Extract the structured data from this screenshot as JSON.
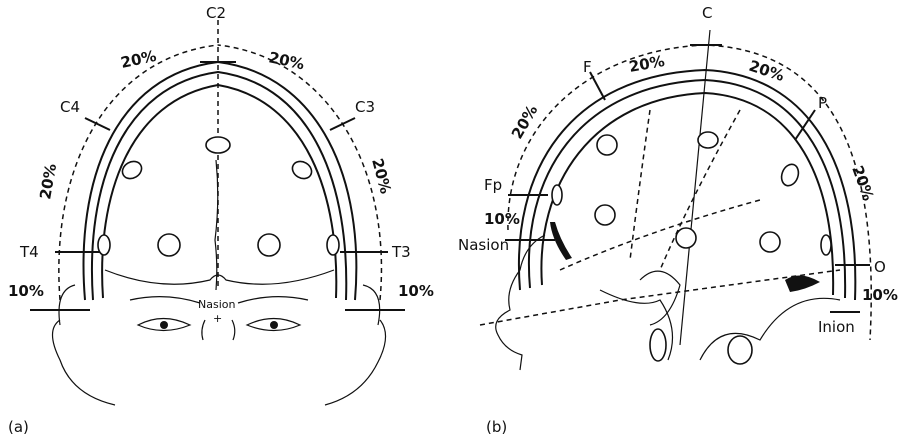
{
  "panel_a": {
    "electrodes": {
      "c2": "C2",
      "c4": "C4",
      "c3": "C3",
      "t4": "T4",
      "t3": "T3"
    },
    "percent_left": "20%",
    "percent_right": "20%",
    "percent_side_left": "20%",
    "percent_side_right": "20%",
    "percent_bottom_left": "10%",
    "percent_bottom_right": "10%",
    "nasion": "Nasion",
    "caption": "(a)"
  },
  "panel_b": {
    "electrodes": {
      "f": "F",
      "c": "C",
      "p": "P",
      "fp": "Fp",
      "o": "O"
    },
    "percent_1": "20%",
    "percent_2": "20%",
    "percent_3": "20%",
    "percent_4": "20%",
    "percent_front": "10%",
    "percent_back": "10%",
    "nasion": "Nasion",
    "inion": "Inion",
    "caption": "(b)"
  }
}
